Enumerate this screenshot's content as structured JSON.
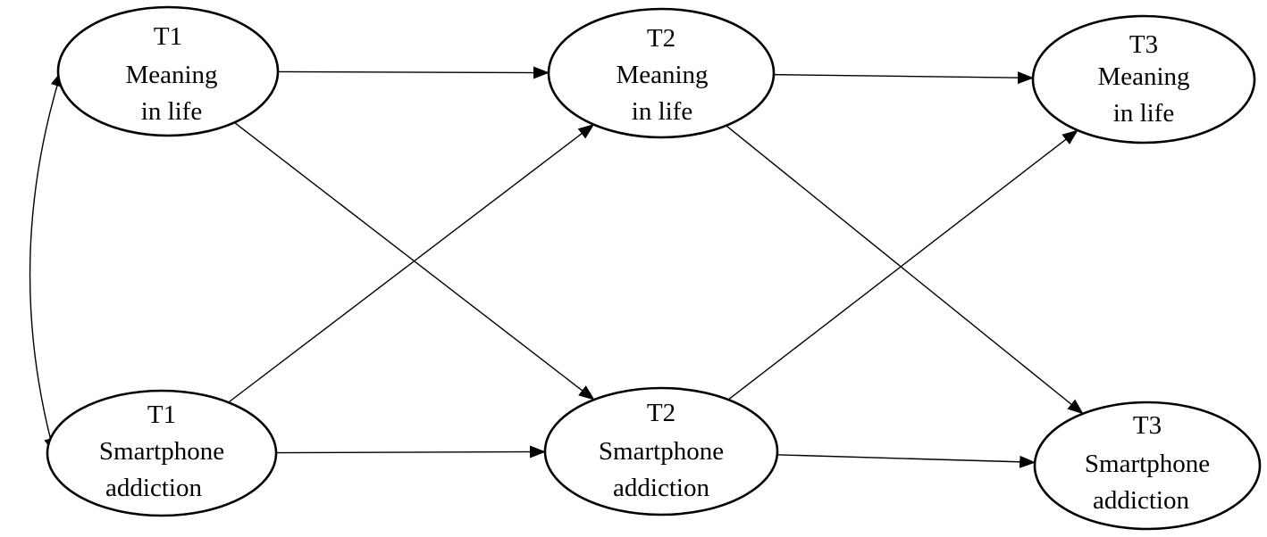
{
  "diagram": {
    "nodes": [
      {
        "id": "t1-meaning",
        "lines": [
          "T1",
          "Meaning",
          "in life"
        ]
      },
      {
        "id": "t2-meaning",
        "lines": [
          "T2",
          "Meaning",
          "in life"
        ]
      },
      {
        "id": "t3-meaning",
        "lines": [
          "T3",
          "Meaning",
          "in life"
        ]
      },
      {
        "id": "t1-smartphone",
        "lines": [
          "T1",
          "Smartphone",
          "addiction"
        ]
      },
      {
        "id": "t2-smartphone",
        "lines": [
          "T2",
          "Smartphone",
          "addiction"
        ]
      },
      {
        "id": "t3-smartphone",
        "lines": [
          "T3",
          "Smartphone",
          "addiction"
        ]
      }
    ],
    "edges": [
      {
        "from": "t1-meaning",
        "to": "t2-meaning",
        "type": "directed"
      },
      {
        "from": "t1-meaning",
        "to": "t2-smartphone",
        "type": "directed"
      },
      {
        "from": "t1-smartphone",
        "to": "t2-meaning",
        "type": "directed"
      },
      {
        "from": "t1-smartphone",
        "to": "t2-smartphone",
        "type": "directed"
      },
      {
        "from": "t2-meaning",
        "to": "t3-meaning",
        "type": "directed"
      },
      {
        "from": "t2-meaning",
        "to": "t3-smartphone",
        "type": "directed"
      },
      {
        "from": "t2-smartphone",
        "to": "t3-meaning",
        "type": "directed"
      },
      {
        "from": "t2-smartphone",
        "to": "t3-smartphone",
        "type": "directed"
      },
      {
        "from": "t1-meaning",
        "to": "t1-smartphone",
        "type": "covariance"
      }
    ],
    "colors": {
      "stroke": "#000000",
      "fill": "#ffffff"
    }
  }
}
